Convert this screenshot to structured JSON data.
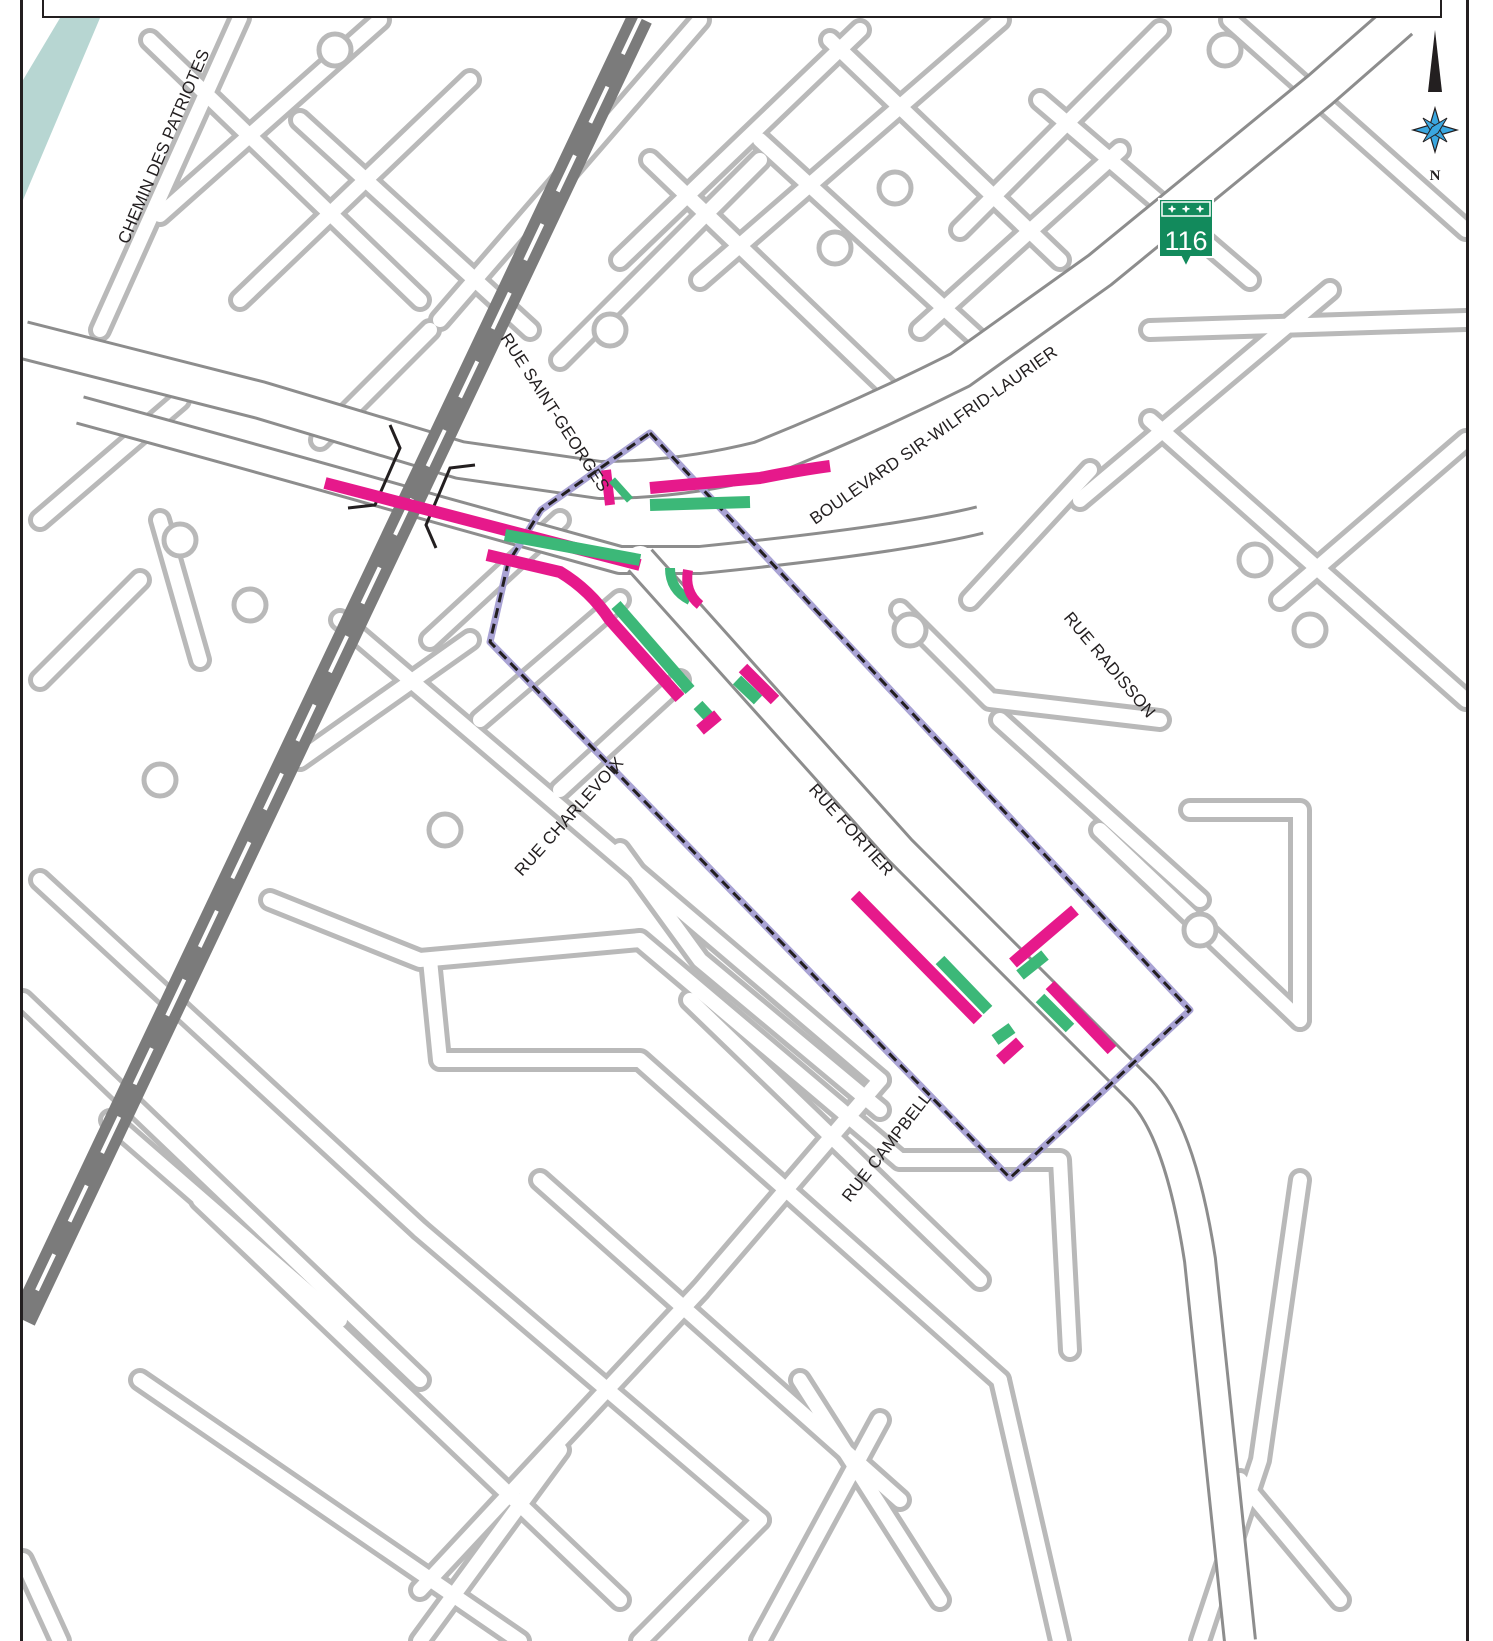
{
  "map": {
    "street_labels": {
      "chemin_des_patriotes": "CHEMIN DES PATRIOTES",
      "rue_saint_georges": "RUE SAINT-GEORGES",
      "boulevard_sir_wilfrid_laurier": "BOULEVARD SIR-WILFRID-LAURIER",
      "rue_radisson": "RUE RADISSON",
      "rue_fortier": "RUE FORTIER",
      "rue_charlevoix": "RUE CHARLEVOIX",
      "rue_campbell": "RUE CAMPBELL"
    },
    "route_shield": {
      "number": "116",
      "color": "#128a5c"
    },
    "north_arrow": {
      "letter": "N",
      "star_color": "#3aa7e0"
    },
    "colors": {
      "water": "#b7d6d2",
      "railway": "#7b7b7b",
      "road_casing": "#b9b9b9",
      "highlight_magenta": "#e6198b",
      "highlight_green": "#3cb878",
      "study_area_border": "#a9a3d4",
      "study_area_dash": "#231f20"
    }
  }
}
